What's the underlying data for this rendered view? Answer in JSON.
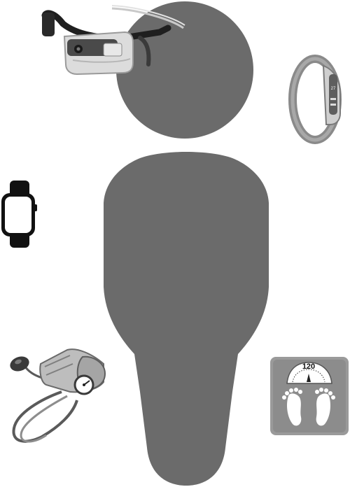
{
  "figure": {
    "silhouette": {
      "fill": "#6b6b6b"
    },
    "devices": [
      {
        "key": "smart-glasses",
        "icon": "smart-glasses-icon"
      },
      {
        "key": "fitness-band",
        "icon": "fitness-band-icon"
      },
      {
        "key": "smartwatch",
        "icon": "smartwatch-icon"
      },
      {
        "key": "blood-pressure-cuff",
        "icon": "blood-pressure-cuff-icon"
      },
      {
        "key": "bathroom-scale",
        "icon": "bathroom-scale-icon",
        "display_value": "120"
      }
    ]
  }
}
